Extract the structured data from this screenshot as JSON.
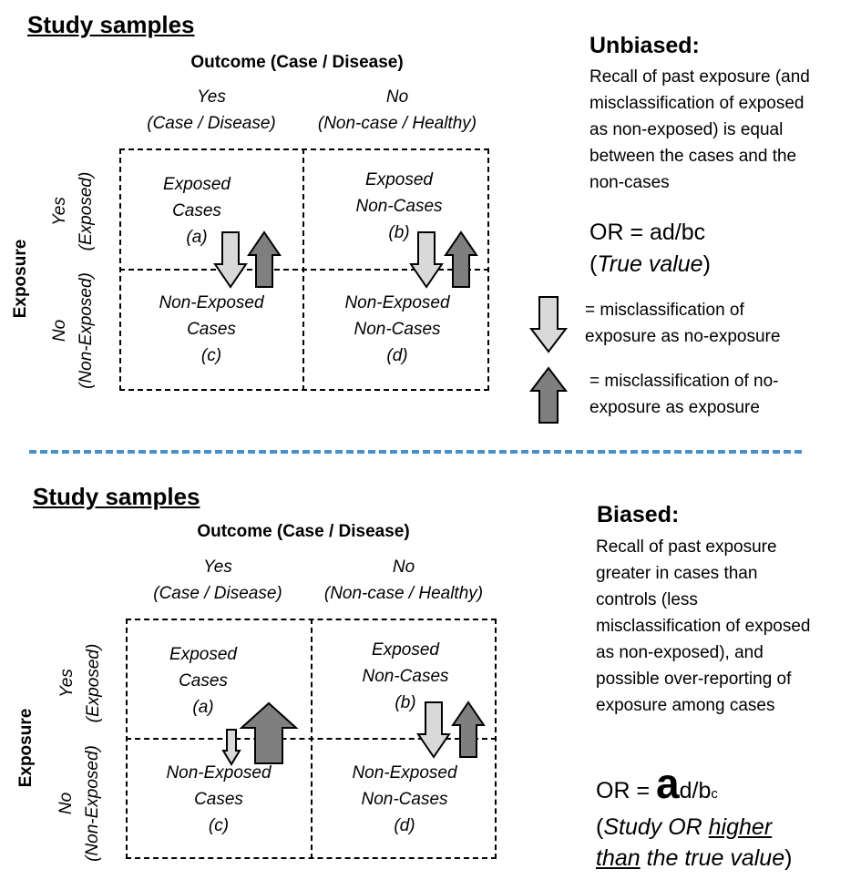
{
  "top": {
    "heading": "Study samples",
    "outcome_title": "Outcome (Case / Disease)",
    "col_yes": [
      "Yes",
      "(Case / Disease)"
    ],
    "col_no": [
      "No",
      "(Non-case / Healthy)"
    ],
    "exposure_label": "Exposure",
    "row_yes": [
      "Yes",
      "(Exposed)"
    ],
    "row_no": [
      "No",
      "(Non-Exposed)"
    ],
    "cell_a": [
      "Exposed",
      "Cases",
      "(a)"
    ],
    "cell_b": [
      "Exposed",
      "Non-Cases",
      "(b)"
    ],
    "cell_c": [
      "Non-Exposed",
      "Cases",
      "(c)"
    ],
    "cell_d": [
      "Non-Exposed",
      "Non-Cases",
      "(d)"
    ],
    "side_title": "Unbiased:",
    "side_text": [
      "Recall of past exposure (and",
      "misclassification of exposed",
      "as non-exposed) is equal",
      "between the cases and the",
      "non-cases"
    ],
    "or_formula": "OR = ad/bc",
    "or_note": "True value",
    "legend_down": [
      "= misclassification of",
      "exposure as no-exposure"
    ],
    "legend_up": [
      "= misclassification of no-",
      "exposure as exposure"
    ]
  },
  "bottom": {
    "heading": "Study samples",
    "outcome_title": "Outcome (Case / Disease)",
    "col_yes": [
      "Yes",
      "(Case / Disease)"
    ],
    "col_no": [
      "No",
      "(Non-case / Healthy)"
    ],
    "exposure_label": "Exposure",
    "row_yes": [
      "Yes",
      "(Exposed)"
    ],
    "row_no": [
      "No",
      "(Non-Exposed)"
    ],
    "cell_a": [
      "Exposed",
      "Cases",
      "(a)"
    ],
    "cell_b": [
      "Exposed",
      "Non-Cases",
      "(b)"
    ],
    "cell_c": [
      "Non-Exposed",
      "Cases",
      "(c)"
    ],
    "cell_d": [
      "Non-Exposed",
      "Non-Cases",
      "(d)"
    ],
    "side_title": "Biased:",
    "side_text": [
      "Recall of past exposure",
      "greater in cases than",
      "controls (less",
      "misclassification of exposed",
      "as non-exposed), and",
      "possible over-reporting of",
      "exposure among cases"
    ],
    "or_prefix": "OR = ",
    "or_big_a": "a",
    "or_mid": "d/b",
    "or_sub_c": "c",
    "or_note_1": "Study OR ",
    "or_note_higher": "higher",
    "or_note_than": "than",
    "or_note_2": " the true value"
  },
  "colors": {
    "arrow_light": "#d9d9d9",
    "arrow_dark": "#7f7f7f",
    "divider": "#4a90c8"
  }
}
